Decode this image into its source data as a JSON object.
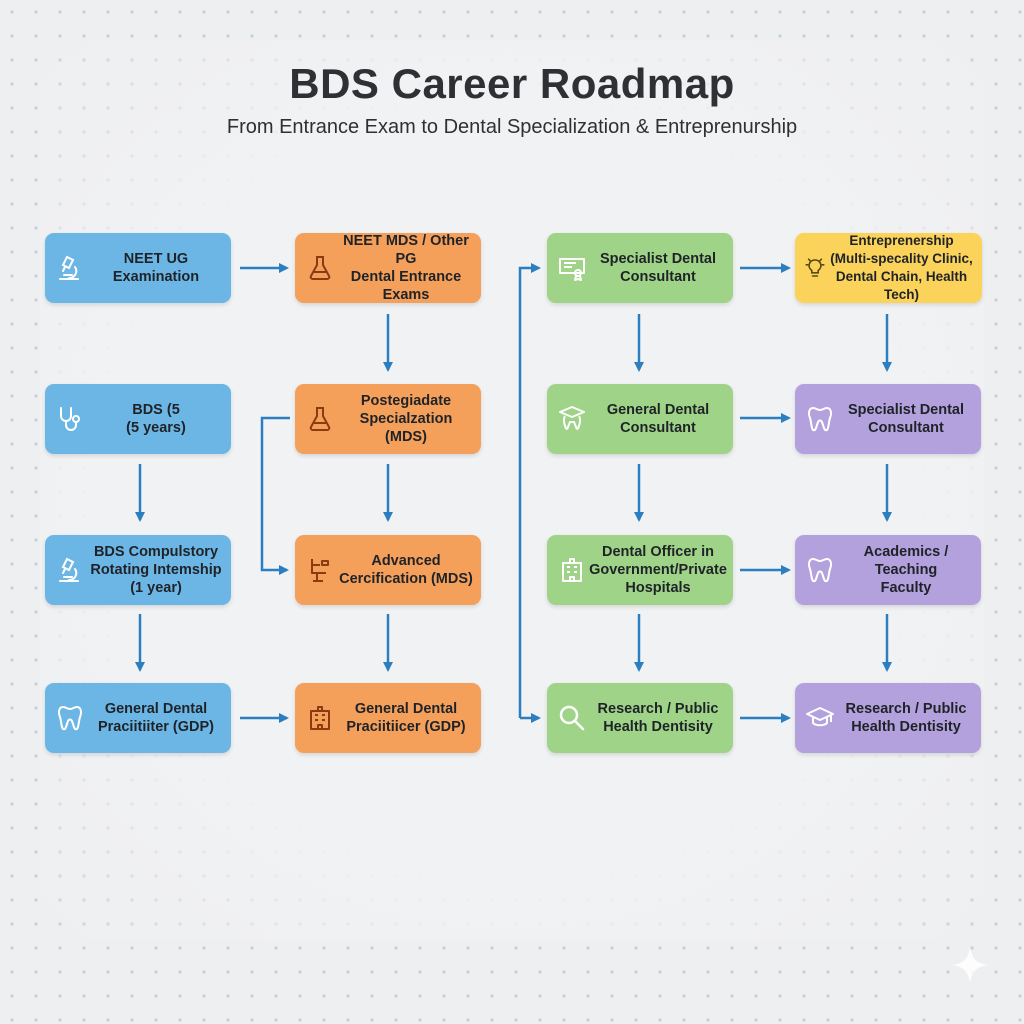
{
  "header": {
    "title": "BDS Career Roadmap",
    "subtitle": "From Entrance Exam to Dental Specialization & Entreprenurship"
  },
  "nodes": {
    "neet_ug": "NEET UG\nExamination",
    "bds": "BDS (5\n(5 years)",
    "internship": "BDS Compulstory\nRotating Intemship\n(1 year)",
    "gdp_blue": "General Dental\nPraciitiiter (GDP)",
    "neet_mds": "NEET MDS / Other PG\nDental Entrance\nExams",
    "pg_mds": "Postegiadate\nSpecialzation\n(MDS)",
    "adv_cert": "Advanced\nCercification (MDS)",
    "gdp_orange": "General Dental\nPraciitiicer (GDP)",
    "specialist_green": "Specialist Dental\nConsultant",
    "general_consultant": "General Dental\nConsultant",
    "dental_officer": "Dental Officer in\nGovernment/Private\nHospitals",
    "research_green": "Research / Public\nHealth Dentisity",
    "entrepreneurship": "Entreprenership\n(Multi-specality Clinic,\nDental Chain, Health Tech)",
    "specialist_purple": "Specialist Dental\nConsultant",
    "academics": "Academics / Teaching\nFaculty",
    "research_purple": "Research / Public\nHealth Dentisity"
  },
  "colors": {
    "blue": "#6cb6e6",
    "orange": "#f5a05a",
    "green": "#9fd488",
    "purple": "#b3a1dd",
    "yellow": "#fbd35a",
    "arrow": "#2b7fc0"
  }
}
